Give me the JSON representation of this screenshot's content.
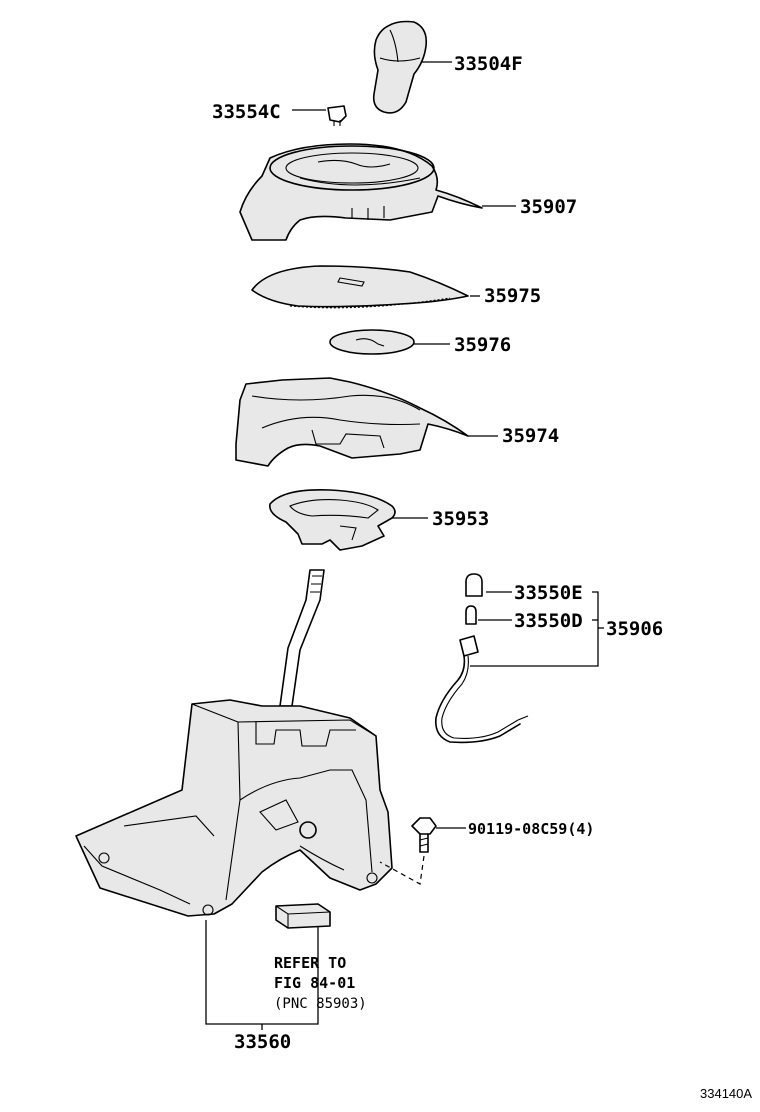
{
  "labels": {
    "knob": "33504F",
    "knob_clip": "33554C",
    "position_indicator_housing": "35907",
    "slide_plate": "35975",
    "dial_plate": "35976",
    "indicator_base": "35974",
    "retainer": "35953",
    "bulb_e": "33550E",
    "bulb_d": "33550D",
    "wire_assy": "35906",
    "bolt": "90119-08C59(4)",
    "shift_lever_assy": "33560"
  },
  "note": {
    "line1": "REFER TO",
    "line2": "FIG 84-01",
    "line3": "(PNC 85903)"
  },
  "figure_code": "334140A"
}
